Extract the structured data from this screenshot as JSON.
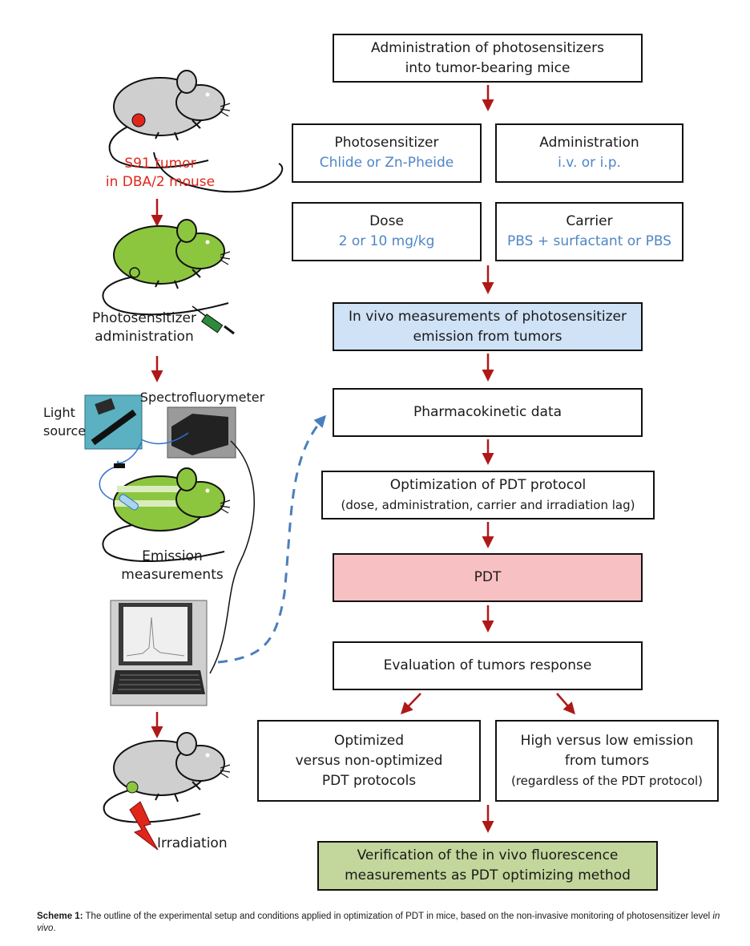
{
  "flow": {
    "admin": {
      "line1": "Administration of photosensitizers",
      "line2": "into tumor-bearing  mice"
    },
    "photosensitizer": {
      "title": "Photosensitizer",
      "value": "Chlide or Zn-Pheide"
    },
    "administration": {
      "title": "Administration",
      "value": "i.v.  or  i.p."
    },
    "dose": {
      "title": "Dose",
      "value": "2 or 10 mg/kg"
    },
    "carrier": {
      "title": "Carrier",
      "value": "PBS + surfactant or PBS"
    },
    "invivo": {
      "line1": "In vivo measurements of photosensitizer",
      "line2": "emission from tumors"
    },
    "pk": {
      "text": "Pharmacokinetic data"
    },
    "optim": {
      "line1": "Optimization of PDT protocol",
      "line2": "(dose,  administration, carrier and irradiation lag)"
    },
    "pdt": {
      "text": "PDT"
    },
    "eval": {
      "text": "Evaluation of tumors response"
    },
    "optimized": {
      "line1": "Optimized",
      "line2": "versus non-optimized",
      "line3": "PDT protocols"
    },
    "highlow": {
      "line1": "High versus low emission",
      "line2": "from tumors",
      "line3": "(regardless of the PDT protocol)"
    },
    "verify": {
      "line1": "Verification of the in vivo fluorescence",
      "line2": "measurements as PDT optimizing method"
    }
  },
  "left": {
    "tumor_line1": "S91 tumor",
    "tumor_line2": "in DBA/2 mouse",
    "ps_admin_line1": "Photosensitizer",
    "ps_admin_line2": "administration",
    "spectro": "Spectrofluorymeter",
    "light_line1": "Light",
    "light_line2": "source",
    "emission_line1": "Emission",
    "emission_line2": "measurements",
    "irradiation": "Irradiation"
  },
  "caption": {
    "label": "Scheme 1:",
    "text": " The outline of the experimental setup and conditions applied in optimization of PDT in mice, based on the non-invasive monitoring of photosensitizer level ",
    "italic": "in vivo",
    "end": "."
  },
  "colors": {
    "arrow_red": "#b01818",
    "value_blue": "#4f86c6",
    "invivo_fill": "#cfe2f6",
    "pdt_fill": "#f7c0c3",
    "verify_fill": "#c3d69b",
    "mouse_gray": "#cfcfcf",
    "mouse_green": "#8cc63f",
    "tumor_red": "#e0261b",
    "dashed_blue": "#4a7fbd"
  }
}
